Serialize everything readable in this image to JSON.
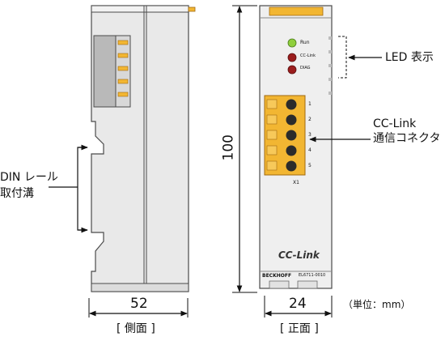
{
  "side_view": {
    "caption": "[ 側面 ]",
    "width_label": "52",
    "din_label": [
      "DIN レール",
      "取付溝"
    ]
  },
  "front_view": {
    "caption": "[ 正面 ]",
    "width_label": "24",
    "height_label": "100",
    "unit_note": "（単位：mm）",
    "led_callout": "LED 表示",
    "connector_callout": [
      "CC-Link",
      "通信コネクタ"
    ],
    "led_labels": [
      "Run",
      "CC-Link",
      "DIAG"
    ],
    "pin_numbers": [
      "1",
      "2",
      "3",
      "4",
      "5"
    ],
    "connector_id": "X1",
    "logo_text": "CC-Link",
    "brand": "BECKHOFF",
    "model": "EL6711-0010"
  },
  "colors": {
    "housing": "#e9e9e9",
    "outline": "#4a4a4a",
    "connector": "#f2b632",
    "led_green": "#8fcf3c",
    "led_red": "#9b1d1d"
  }
}
